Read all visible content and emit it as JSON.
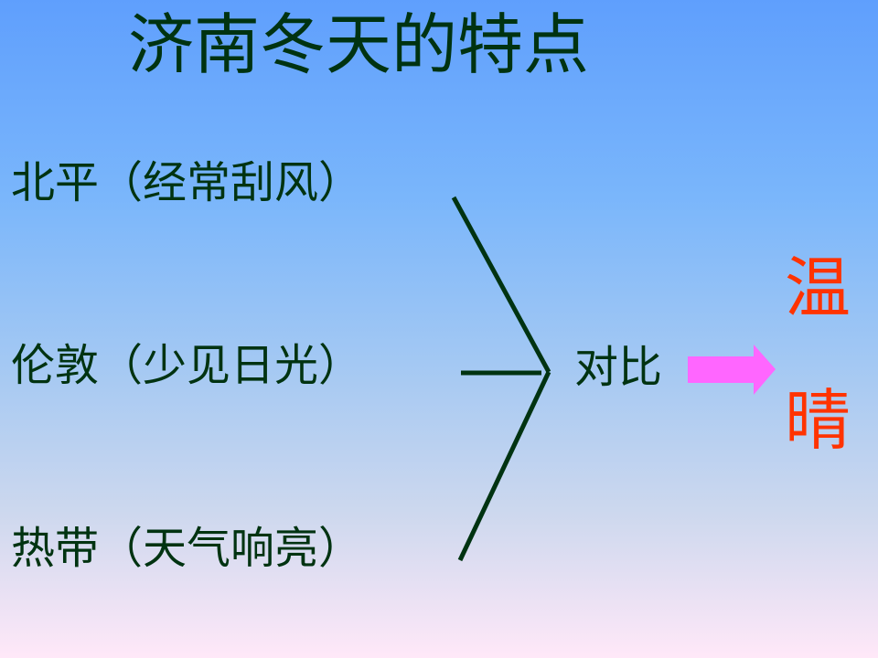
{
  "title": "济南冬天的特点",
  "comparisons": [
    {
      "place": "北平",
      "trait": "（经常刮风）"
    },
    {
      "place": "伦敦",
      "trait": "（少见日光）"
    },
    {
      "place": "热带",
      "trait": "（天气响亮）"
    }
  ],
  "connector_label": "对比",
  "result": [
    "温",
    "晴"
  ],
  "colors": {
    "text": "#003311",
    "result": "#ff3300",
    "arrow": "#ff66ff",
    "bg_top": "#5f9ffd",
    "bg_bottom": "#ffe8f8"
  }
}
